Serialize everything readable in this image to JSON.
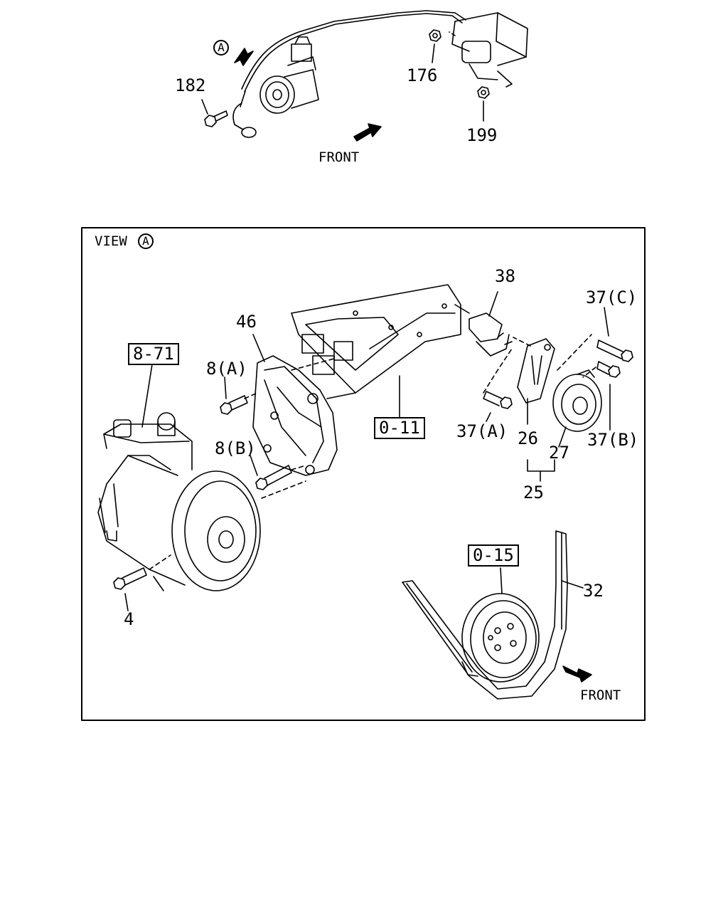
{
  "top_view": {
    "callout_letter": "A",
    "front_label": "FRONT",
    "parts": {
      "p182": "182",
      "p176": "176",
      "p199": "199"
    }
  },
  "main_view": {
    "view_prefix": "VIEW",
    "view_letter": "A",
    "front_label": "FRONT",
    "refs": {
      "r871": "8-71",
      "r011": "0-11",
      "r015": "0-15"
    },
    "parts": {
      "p38": "38",
      "p37c": "37(C)",
      "p46": "46",
      "p8a": "8(A)",
      "p8b": "8(B)",
      "p37a": "37(A)",
      "p26": "26",
      "p27": "27",
      "p37b": "37(B)",
      "p25": "25",
      "p32": "32",
      "p4": "4"
    }
  }
}
